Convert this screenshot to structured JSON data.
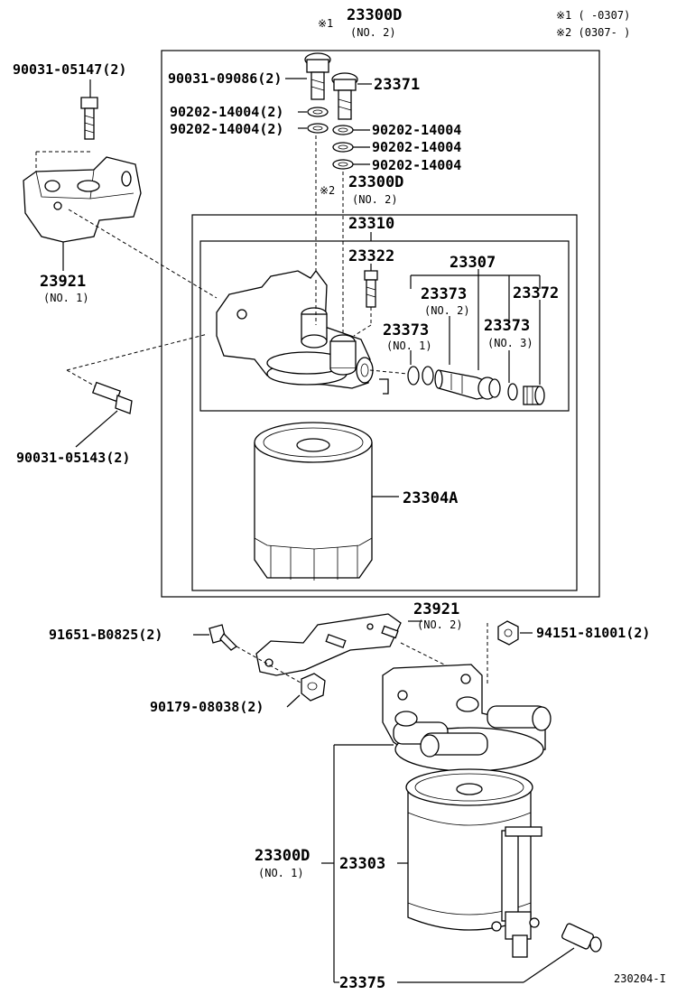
{
  "legend": {
    "note1": "※1 (      -0307)",
    "note2": "※2 (0307-      )"
  },
  "labels": {
    "top_assy_mark": "※1",
    "top_assy": "23300D",
    "top_assy_sub": "(NO. 2)",
    "bolt_a": "90031-05147(2)",
    "bolt_b": "90031-09086(2)",
    "union": "23371",
    "gasket_a": "90202-14004(2)",
    "gasket_b": "90202-14004(2)",
    "gasket_c": "90202-14004",
    "gasket_d": "90202-14004",
    "gasket_e": "90202-14004",
    "inner_assy_mark": "※2",
    "inner_assy": "23300D",
    "inner_assy_sub": "(NO. 2)",
    "head": "23310",
    "bracket1": "23921",
    "bracket1_sub": "(NO. 1)",
    "plug_bolt": "23322",
    "valve": "23307",
    "oring2": "23373",
    "oring2_sub": "(NO. 2)",
    "plug": "23372",
    "oring1": "23373",
    "oring1_sub": "(NO. 1)",
    "oring3": "23373",
    "oring3_sub": "(NO. 3)",
    "bolt_c": "90031-05143(2)",
    "element": "23304A",
    "bracket2": "23921",
    "bracket2_sub": "(NO. 2)",
    "stud": "91651-B0825(2)",
    "nut_a": "94151-81001(2)",
    "nut_b": "90179-08038(2)",
    "lower_assy": "23300D",
    "lower_assy_sub": "(NO. 1)",
    "lower_element": "23303",
    "sensor": "23375",
    "diagram_code": "230204-I"
  }
}
